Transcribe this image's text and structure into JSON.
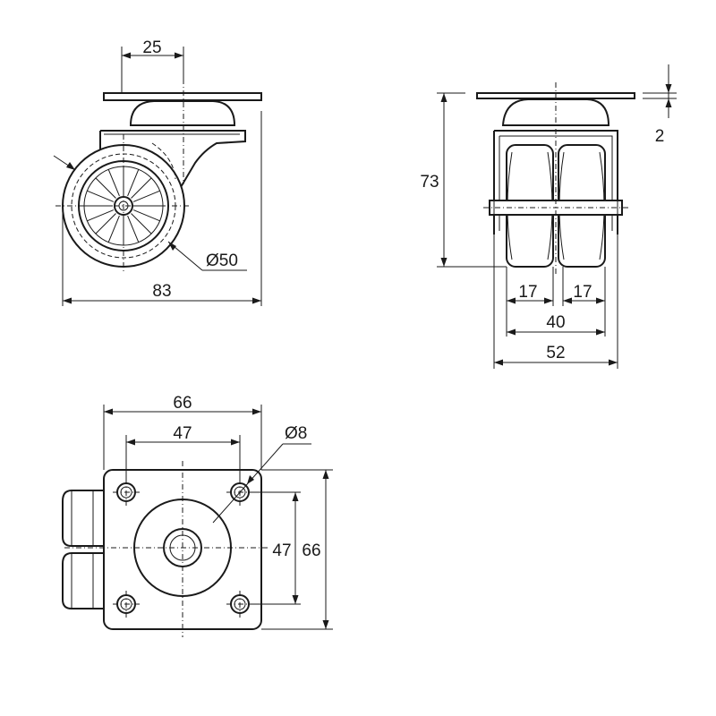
{
  "dimensions": {
    "side_view": {
      "plate_offset": "25",
      "wheel_diameter": "Ø50",
      "overall_length": "83"
    },
    "front_view": {
      "overall_height": "73",
      "plate_thickness": "2",
      "wheel_width_left": "17",
      "wheel_width_right": "17",
      "wheel_span": "40",
      "overall_width": "52"
    },
    "top_view": {
      "plate_width": "66",
      "hole_spacing_x": "47",
      "hole_diameter": "Ø8",
      "hole_spacing_y": "47",
      "plate_depth": "66"
    }
  }
}
